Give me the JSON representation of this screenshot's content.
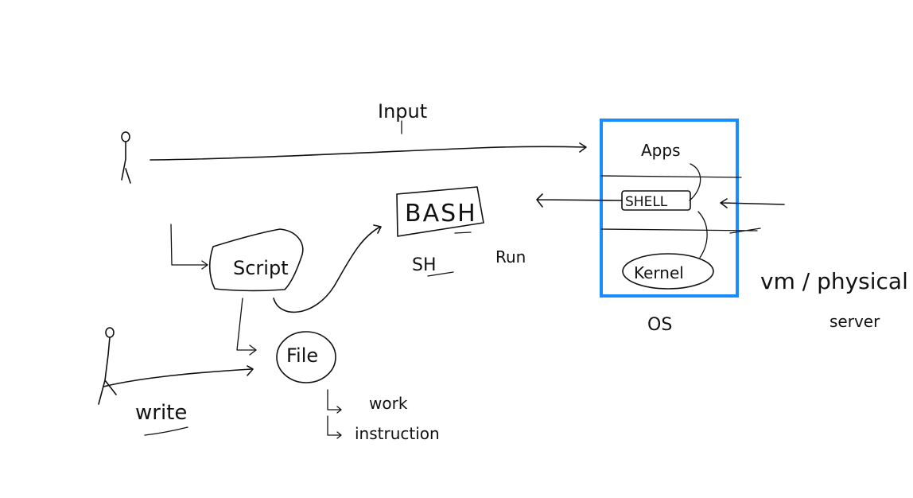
{
  "labels": {
    "input": "Input",
    "apps": "Apps",
    "shell": "SHELL",
    "kernel": "Kernel",
    "os": "OS",
    "server_line1": "vm / physical",
    "server_line2": "server",
    "bash": "BASH",
    "sh": "SH",
    "run": "Run",
    "script": "Script",
    "file": "File",
    "write": "write",
    "work": "work",
    "instruction": "instruction"
  },
  "colors": {
    "os_box": "#1a8cff",
    "ink": "#111111"
  }
}
